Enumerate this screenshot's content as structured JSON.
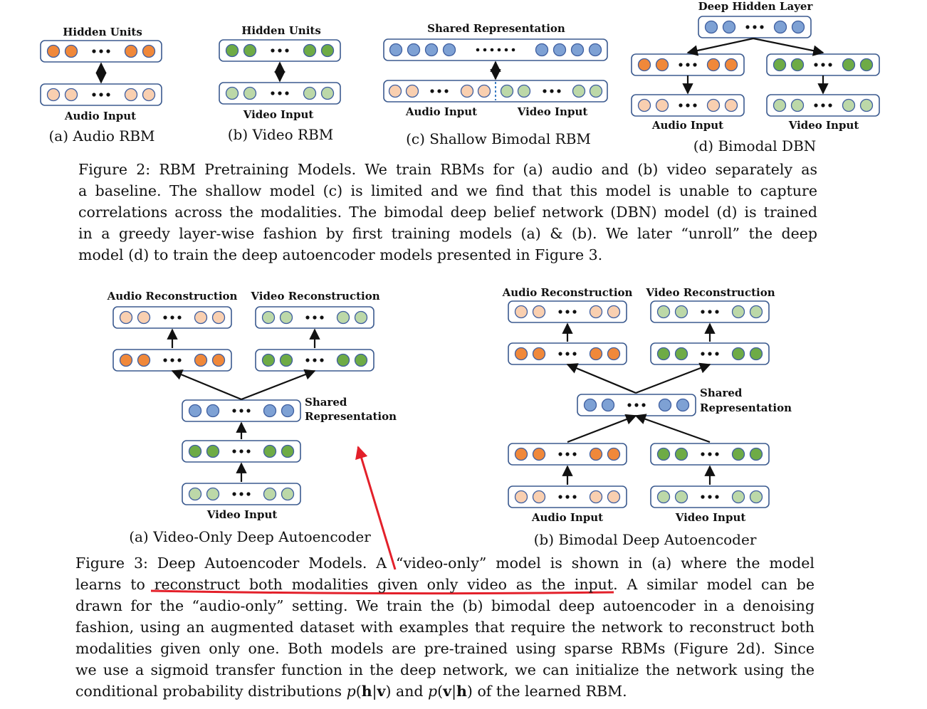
{
  "figure2": {
    "a": {
      "top_label": "Hidden Units",
      "bottom_label": "Audio Input",
      "caption": "(a) Audio RBM"
    },
    "b": {
      "top_label": "Hidden Units",
      "bottom_label": "Video Input",
      "caption": "(b) Video RBM"
    },
    "c": {
      "top_label": "Shared Representation",
      "bottom_left_label": "Audio Input",
      "bottom_right_label": "Video Input",
      "caption": "(c) Shallow Bimodal RBM"
    },
    "d": {
      "top_label": "Deep Hidden Layer",
      "bottom_left_label": "Audio Input",
      "bottom_right_label": "Video Input",
      "caption": "(d) Bimodal DBN"
    },
    "caption_lines": [
      "Figure 2: RBM Pretraining Models. We train RBMs for (a) audio and (b) video separately as",
      "a baseline. The shallow model (c) is limited and we find that this model is unable to capture",
      "correlations across the modalities. The bimodal deep belief network (DBN) model (d) is trained",
      "in a greedy layer-wise fashion by first training models (a) & (b). We later “unroll” the deep",
      "model (d) to train the deep autoencoder models presented in Figure 3."
    ]
  },
  "figure3": {
    "a": {
      "audio_recon_label": "Audio Reconstruction",
      "video_recon_label": "Video Reconstruction",
      "shared_label_1": "Shared",
      "shared_label_2": "Representation",
      "input_label": "Video Input",
      "caption": "(a) Video-Only Deep Autoencoder"
    },
    "b": {
      "audio_recon_label": "Audio Reconstruction",
      "video_recon_label": "Video Reconstruction",
      "shared_label_1": "Shared",
      "shared_label_2": "Representation",
      "audio_input_label": "Audio Input",
      "video_input_label": "Video Input",
      "caption": "(b) Bimodal Deep Autoencoder"
    },
    "caption": {
      "l1": "Figure 3: Deep Autoencoder Models. A “video-only” model is shown in (a) where the model",
      "l2_pre": "learns to ",
      "l2_underlined": "reconstruct both modalities given only video as the input.",
      "l2_post": " A similar model can be",
      "l3": "drawn for the “audio-only” setting. We train the (b) bimodal deep autoencoder in a denoising",
      "l4": "fashion, using an augmented dataset with examples that require the network to reconstruct both",
      "l5": "modalities given only one. Both models are pre-trained using sparse RBMs (Figure 2d). Since",
      "l6": "we use a sigmoid transfer function in the deep network, we can initialize the network using the",
      "l7_pre": "conditional probability distributions ",
      "l7_p1": "p",
      "l7_h1": "h",
      "l7_sep": "|",
      "l7_v1": "v",
      "l7_and": " and ",
      "l7_p2": "p",
      "l7_v2": "v",
      "l7_h2": "h",
      "l7_post": " of the learned RBM."
    }
  },
  "colors": {
    "audio_hidden": "#f0883a",
    "audio_input": "#f9cfb0",
    "video_hidden": "#6eab46",
    "video_input": "#bcd8a8",
    "shared": "#7ea1d4",
    "unit_stroke": "#3f5fa0",
    "box_stroke": "#3b5a8f",
    "annotation": "#e3202a"
  },
  "icons": [
    "bidirectional-arrow-icon",
    "up-arrow-icon",
    "down-arrow-icon",
    "red-annotation-arrow-icon",
    "red-underline"
  ]
}
